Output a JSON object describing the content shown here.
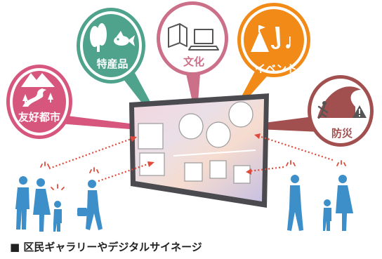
{
  "bubbles": {
    "sister_city": {
      "label": "友好都市",
      "color": "#d7567e",
      "icon": "mountain-river-icon"
    },
    "specialty": {
      "label": "特産品",
      "color": "#4fa38c",
      "icon": "vegetable-goldfish-icon"
    },
    "culture": {
      "label": "文化",
      "color": "#cc6f88",
      "icon": "book-laptop-icon"
    },
    "event": {
      "label": "イベント",
      "color": "#f28a18",
      "icon": "tent-saxophone-icon"
    },
    "disaster": {
      "label": "防災",
      "color": "#a24f4f",
      "icon": "tsunami-warning-icon"
    }
  },
  "signage": {
    "icon": "digital-signage-display"
  },
  "people_color": "#3d8fc9",
  "caption": "■ 区民ギャラリーやデジタルサイネージ"
}
